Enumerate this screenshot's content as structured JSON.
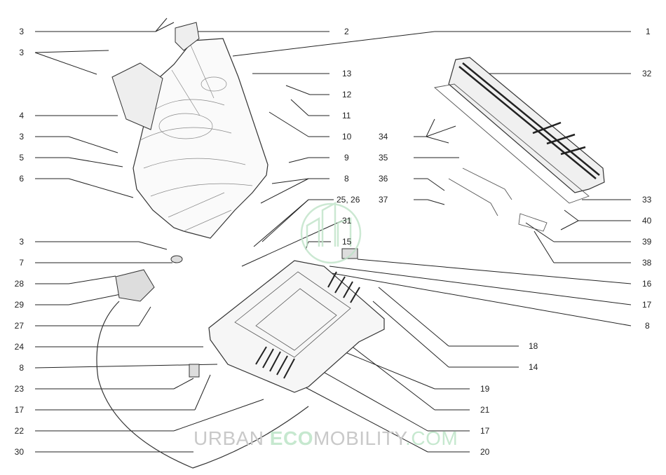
{
  "callouts_left": [
    "3",
    "3",
    "4",
    "3",
    "5",
    "6",
    "3",
    "7",
    "28",
    "29",
    "27",
    "24",
    "8",
    "23",
    "17",
    "22",
    "30"
  ],
  "callouts_right": [
    "2",
    "1",
    "13",
    "12",
    "11",
    "10",
    "9",
    "8",
    "25, 26",
    "31",
    "15",
    "16",
    "17",
    "8",
    "18",
    "14",
    "19",
    "21",
    "17",
    "20"
  ],
  "callouts_top_right": [
    "32",
    "34",
    "35",
    "36",
    "37",
    "33",
    "40",
    "39",
    "38"
  ],
  "watermark": {
    "part1": "URBAN ",
    "part2": "ECO",
    "part3": "MOBILITY",
    "part4": ".COM"
  },
  "colors": {
    "line": "#222222",
    "watermark_grey": "#c9c9c9",
    "watermark_green": "#c6e8cf"
  }
}
